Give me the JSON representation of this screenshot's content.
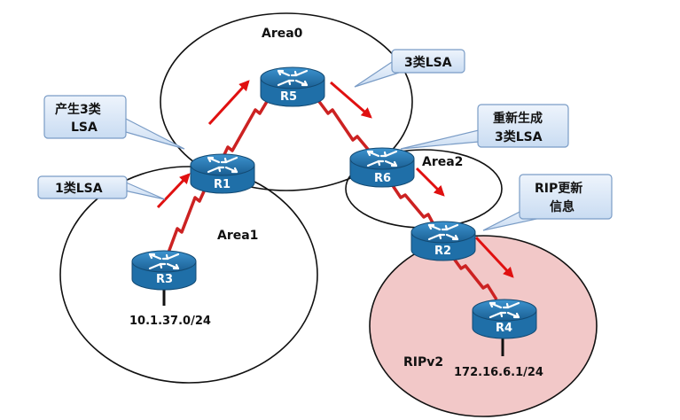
{
  "areas": {
    "area0": "Area0",
    "area1": "Area1",
    "area2": "Area2",
    "ripv2": "RIPv2"
  },
  "routers": {
    "r1": "R1",
    "r2": "R2",
    "r3": "R3",
    "r4": "R4",
    "r5": "R5",
    "r6": "R6"
  },
  "networks": {
    "r3_net": "10.1.37.0/24",
    "r4_net": "172.16.6.1/24"
  },
  "callouts": {
    "lsa3_top": "3类LSA",
    "gen_lsa3_line1": "产生3类",
    "gen_lsa3_line2": "LSA",
    "lsa1": "1类LSA",
    "regen_line1": "重新生成",
    "regen_line2": "3类LSA",
    "rip_line1": "RIP更新",
    "rip_line2": "信息"
  },
  "colors": {
    "router_body": "#1f6fa8",
    "link": "#cc2222",
    "arrow": "#e01010",
    "callout_fill": "#dce8f7",
    "callout_stroke": "#7a9cc6",
    "rip_area_fill": "#f2c8c8"
  }
}
